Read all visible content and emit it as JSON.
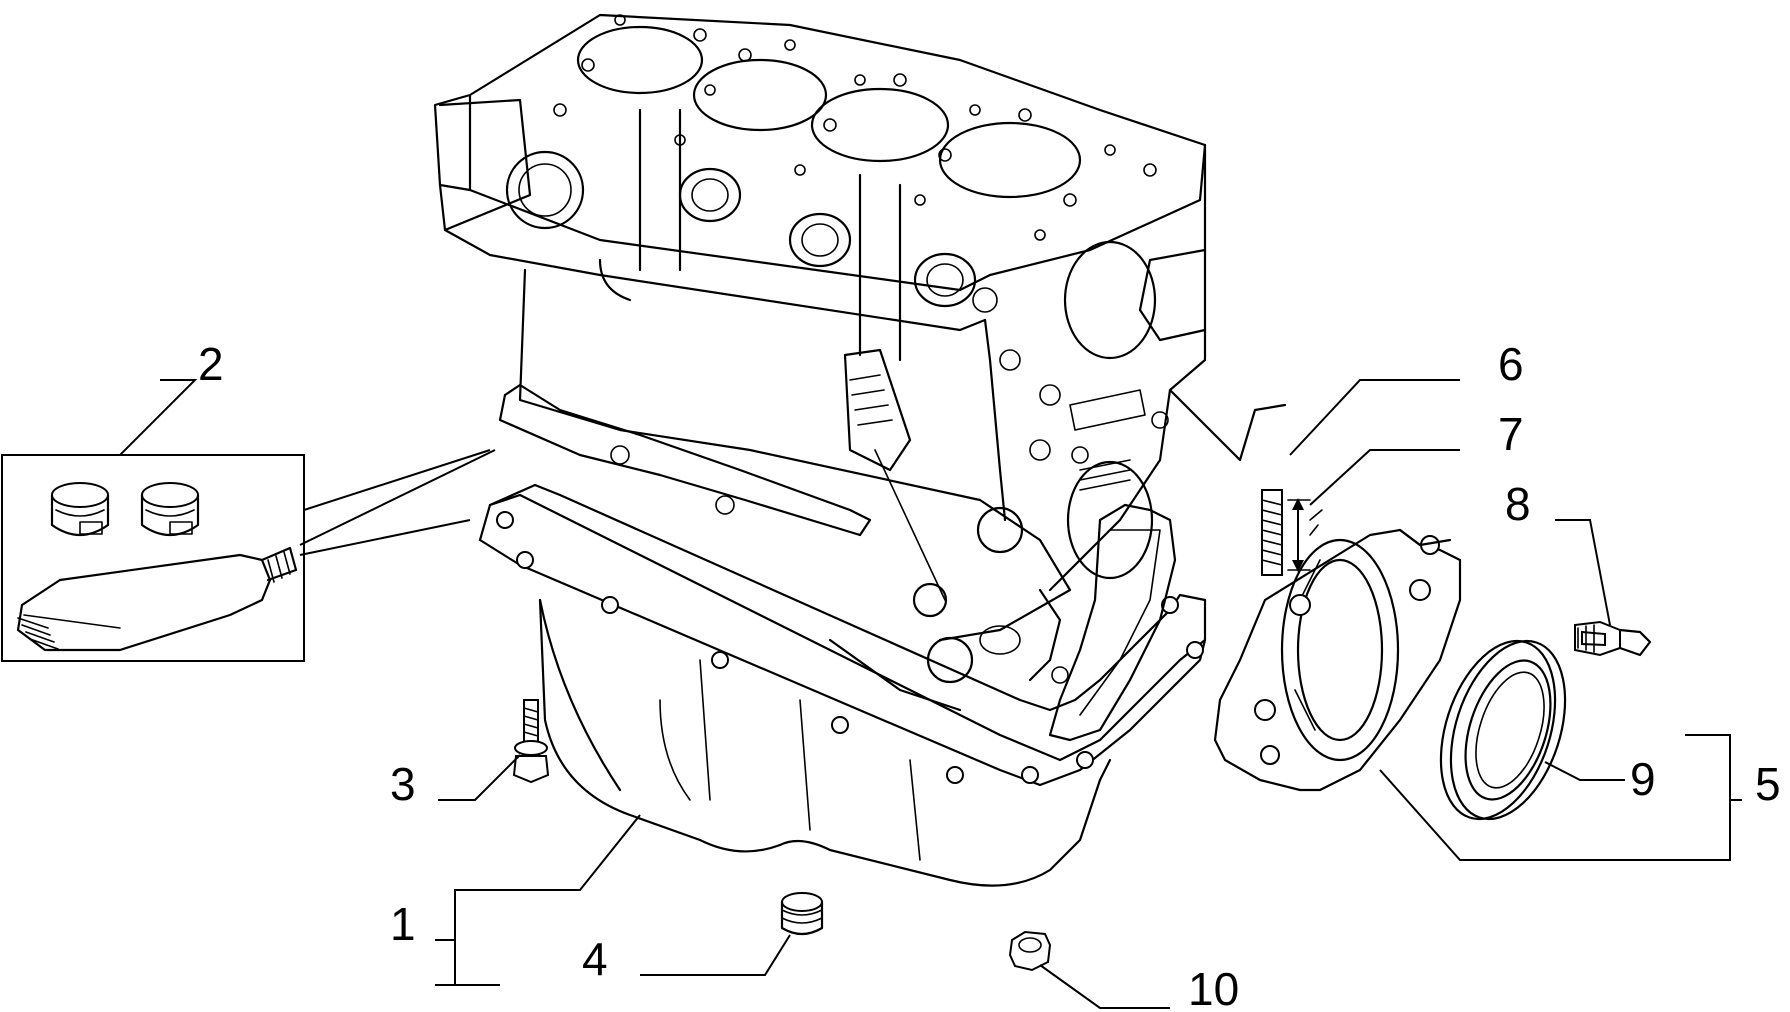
{
  "callouts": {
    "c1": "1",
    "c2": "2",
    "c3": "3",
    "c4": "4",
    "c5": "5",
    "c6": "6",
    "c7": "7",
    "c8": "8",
    "c9": "9",
    "c10": "10"
  },
  "style": {
    "stroke": "#000000",
    "background": "#ffffff"
  }
}
